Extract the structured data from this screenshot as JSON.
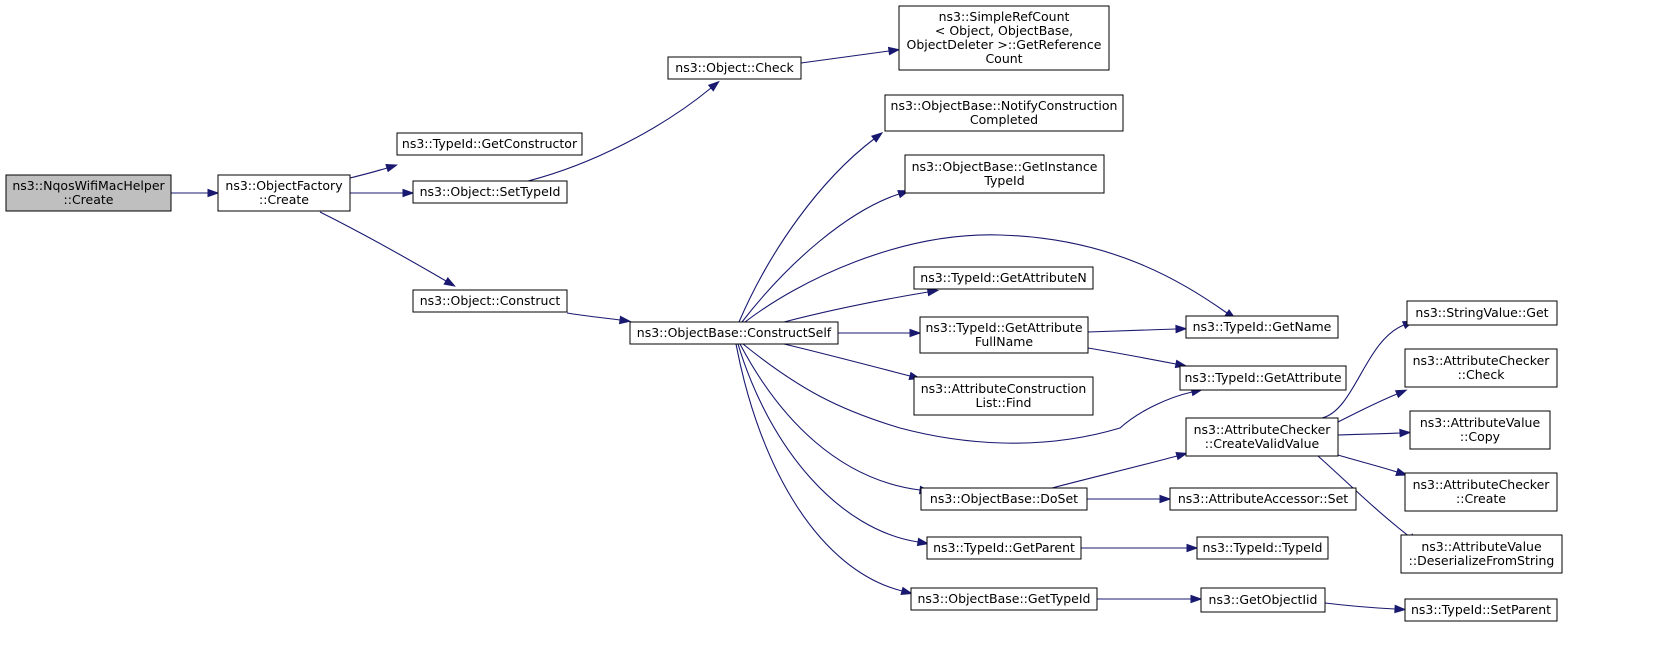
{
  "graph": {
    "colors": {
      "edge": "#191970",
      "root_fill": "#bfbfbf",
      "node_fill": "#ffffff",
      "border": "#000000"
    },
    "nodes": [
      {
        "id": "nqos_create",
        "lines": [
          "ns3::NqosWifiMacHelper",
          "::Create"
        ],
        "root": true
      },
      {
        "id": "of_create",
        "lines": [
          "ns3::ObjectFactory",
          "::Create"
        ]
      },
      {
        "id": "get_constructor",
        "lines": [
          "ns3::TypeId::GetConstructor"
        ]
      },
      {
        "id": "set_typeid",
        "lines": [
          "ns3::Object::SetTypeId"
        ]
      },
      {
        "id": "obj_check",
        "lines": [
          "ns3::Object::Check"
        ]
      },
      {
        "id": "get_ref_count",
        "lines": [
          "ns3::SimpleRefCount",
          "< Object, ObjectBase,",
          "ObjectDeleter >::GetReference",
          "Count"
        ]
      },
      {
        "id": "obj_construct",
        "lines": [
          "ns3::Object::Construct"
        ]
      },
      {
        "id": "construct_self",
        "lines": [
          "ns3::ObjectBase::ConstructSelf"
        ]
      },
      {
        "id": "notify_construction",
        "lines": [
          "ns3::ObjectBase::NotifyConstruction",
          "Completed"
        ]
      },
      {
        "id": "get_instance_typeid",
        "lines": [
          "ns3::ObjectBase::GetInstance",
          "TypeId"
        ]
      },
      {
        "id": "get_attribute_n",
        "lines": [
          "ns3::TypeId::GetAttributeN"
        ]
      },
      {
        "id": "get_attr_fullname",
        "lines": [
          "ns3::TypeId::GetAttribute",
          "FullName"
        ]
      },
      {
        "id": "attr_constr_find",
        "lines": [
          "ns3::AttributeConstruction",
          "List::Find"
        ]
      },
      {
        "id": "get_name",
        "lines": [
          "ns3::TypeId::GetName"
        ]
      },
      {
        "id": "get_attribute",
        "lines": [
          "ns3::TypeId::GetAttribute"
        ]
      },
      {
        "id": "do_set",
        "lines": [
          "ns3::ObjectBase::DoSet"
        ]
      },
      {
        "id": "create_valid_value",
        "lines": [
          "ns3::AttributeChecker",
          "::CreateValidValue"
        ]
      },
      {
        "id": "accessor_set",
        "lines": [
          "ns3::AttributeAccessor::Set"
        ]
      },
      {
        "id": "get_parent",
        "lines": [
          "ns3::TypeId::GetParent"
        ]
      },
      {
        "id": "typeid_typeid",
        "lines": [
          "ns3::TypeId::TypeId"
        ]
      },
      {
        "id": "ob_get_typeid",
        "lines": [
          "ns3::ObjectBase::GetTypeId"
        ]
      },
      {
        "id": "get_object_iid",
        "lines": [
          "ns3::GetObjectIid"
        ]
      },
      {
        "id": "set_parent",
        "lines": [
          "ns3::TypeId::SetParent"
        ]
      },
      {
        "id": "string_value_get",
        "lines": [
          "ns3::StringValue::Get"
        ]
      },
      {
        "id": "checker_check",
        "lines": [
          "ns3::AttributeChecker",
          "::Check"
        ]
      },
      {
        "id": "value_copy",
        "lines": [
          "ns3::AttributeValue",
          "::Copy"
        ]
      },
      {
        "id": "checker_create",
        "lines": [
          "ns3::AttributeChecker",
          "::Create"
        ]
      },
      {
        "id": "deserialize",
        "lines": [
          "ns3::AttributeValue",
          "::DeserializeFromString"
        ]
      }
    ],
    "edges": [
      {
        "from": "nqos_create",
        "to": "of_create"
      },
      {
        "from": "of_create",
        "to": "get_constructor"
      },
      {
        "from": "of_create",
        "to": "set_typeid"
      },
      {
        "from": "of_create",
        "to": "obj_construct"
      },
      {
        "from": "set_typeid",
        "to": "obj_check"
      },
      {
        "from": "obj_check",
        "to": "get_ref_count"
      },
      {
        "from": "obj_construct",
        "to": "construct_self"
      },
      {
        "from": "construct_self",
        "to": "notify_construction"
      },
      {
        "from": "construct_self",
        "to": "get_instance_typeid"
      },
      {
        "from": "construct_self",
        "to": "get_name"
      },
      {
        "from": "construct_self",
        "to": "get_attribute_n"
      },
      {
        "from": "construct_self",
        "to": "get_attr_fullname"
      },
      {
        "from": "construct_self",
        "to": "attr_constr_find"
      },
      {
        "from": "construct_self",
        "to": "get_attribute"
      },
      {
        "from": "construct_self",
        "to": "do_set"
      },
      {
        "from": "construct_self",
        "to": "get_parent"
      },
      {
        "from": "construct_self",
        "to": "ob_get_typeid"
      },
      {
        "from": "get_attr_fullname",
        "to": "get_name"
      },
      {
        "from": "get_attr_fullname",
        "to": "get_attribute"
      },
      {
        "from": "do_set",
        "to": "create_valid_value"
      },
      {
        "from": "do_set",
        "to": "accessor_set"
      },
      {
        "from": "create_valid_value",
        "to": "string_value_get"
      },
      {
        "from": "create_valid_value",
        "to": "checker_check"
      },
      {
        "from": "create_valid_value",
        "to": "value_copy"
      },
      {
        "from": "create_valid_value",
        "to": "checker_create"
      },
      {
        "from": "create_valid_value",
        "to": "deserialize"
      },
      {
        "from": "get_parent",
        "to": "typeid_typeid"
      },
      {
        "from": "ob_get_typeid",
        "to": "get_object_iid"
      },
      {
        "from": "get_object_iid",
        "to": "set_parent"
      }
    ]
  }
}
